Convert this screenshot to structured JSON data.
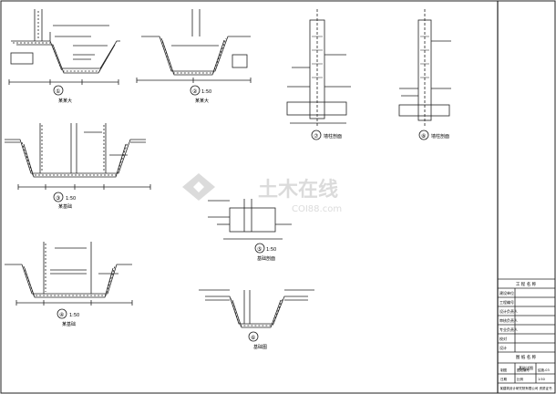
{
  "sections": [
    {
      "id": "s1",
      "circle": "①",
      "scale": "",
      "caption": "某某大"
    },
    {
      "id": "s2",
      "circle": "②",
      "scale": "1:50",
      "caption": "某某大"
    },
    {
      "id": "s3",
      "circle": "③",
      "scale": "1:50",
      "caption": "某基础"
    },
    {
      "id": "s4",
      "circle": "④",
      "scale": "1:50",
      "caption": "某基础"
    },
    {
      "id": "s5",
      "circle": "⑤",
      "scale": "1:50",
      "caption": "基础剖面"
    },
    {
      "id": "s6",
      "circle": "⑥",
      "scale": "",
      "caption": "基础图"
    },
    {
      "id": "s7",
      "circle": "⑦",
      "scale": "",
      "caption": "墙柱剖面"
    },
    {
      "id": "s8",
      "circle": "⑧",
      "scale": "",
      "caption": "墙柱剖面"
    }
  ],
  "watermark": {
    "main": "土木在线",
    "sub": "COI88.com"
  },
  "title_block": {
    "header": "工 程 名 称",
    "row_labels": [
      "建设单位",
      "工程编号",
      "设计负责人",
      "审核负责人",
      "专业负责人",
      "校对",
      "设计"
    ],
    "drawing_title_label": "图 纸 名 称",
    "drawing_title": "基础详图",
    "bottom_row": [
      "制图",
      "图纸编号",
      "结施-03"
    ],
    "bottom_row2": [
      "日期",
      "比例",
      "1:50"
    ],
    "footer": "某建筑设计研究院有限公司 资质证书"
  }
}
